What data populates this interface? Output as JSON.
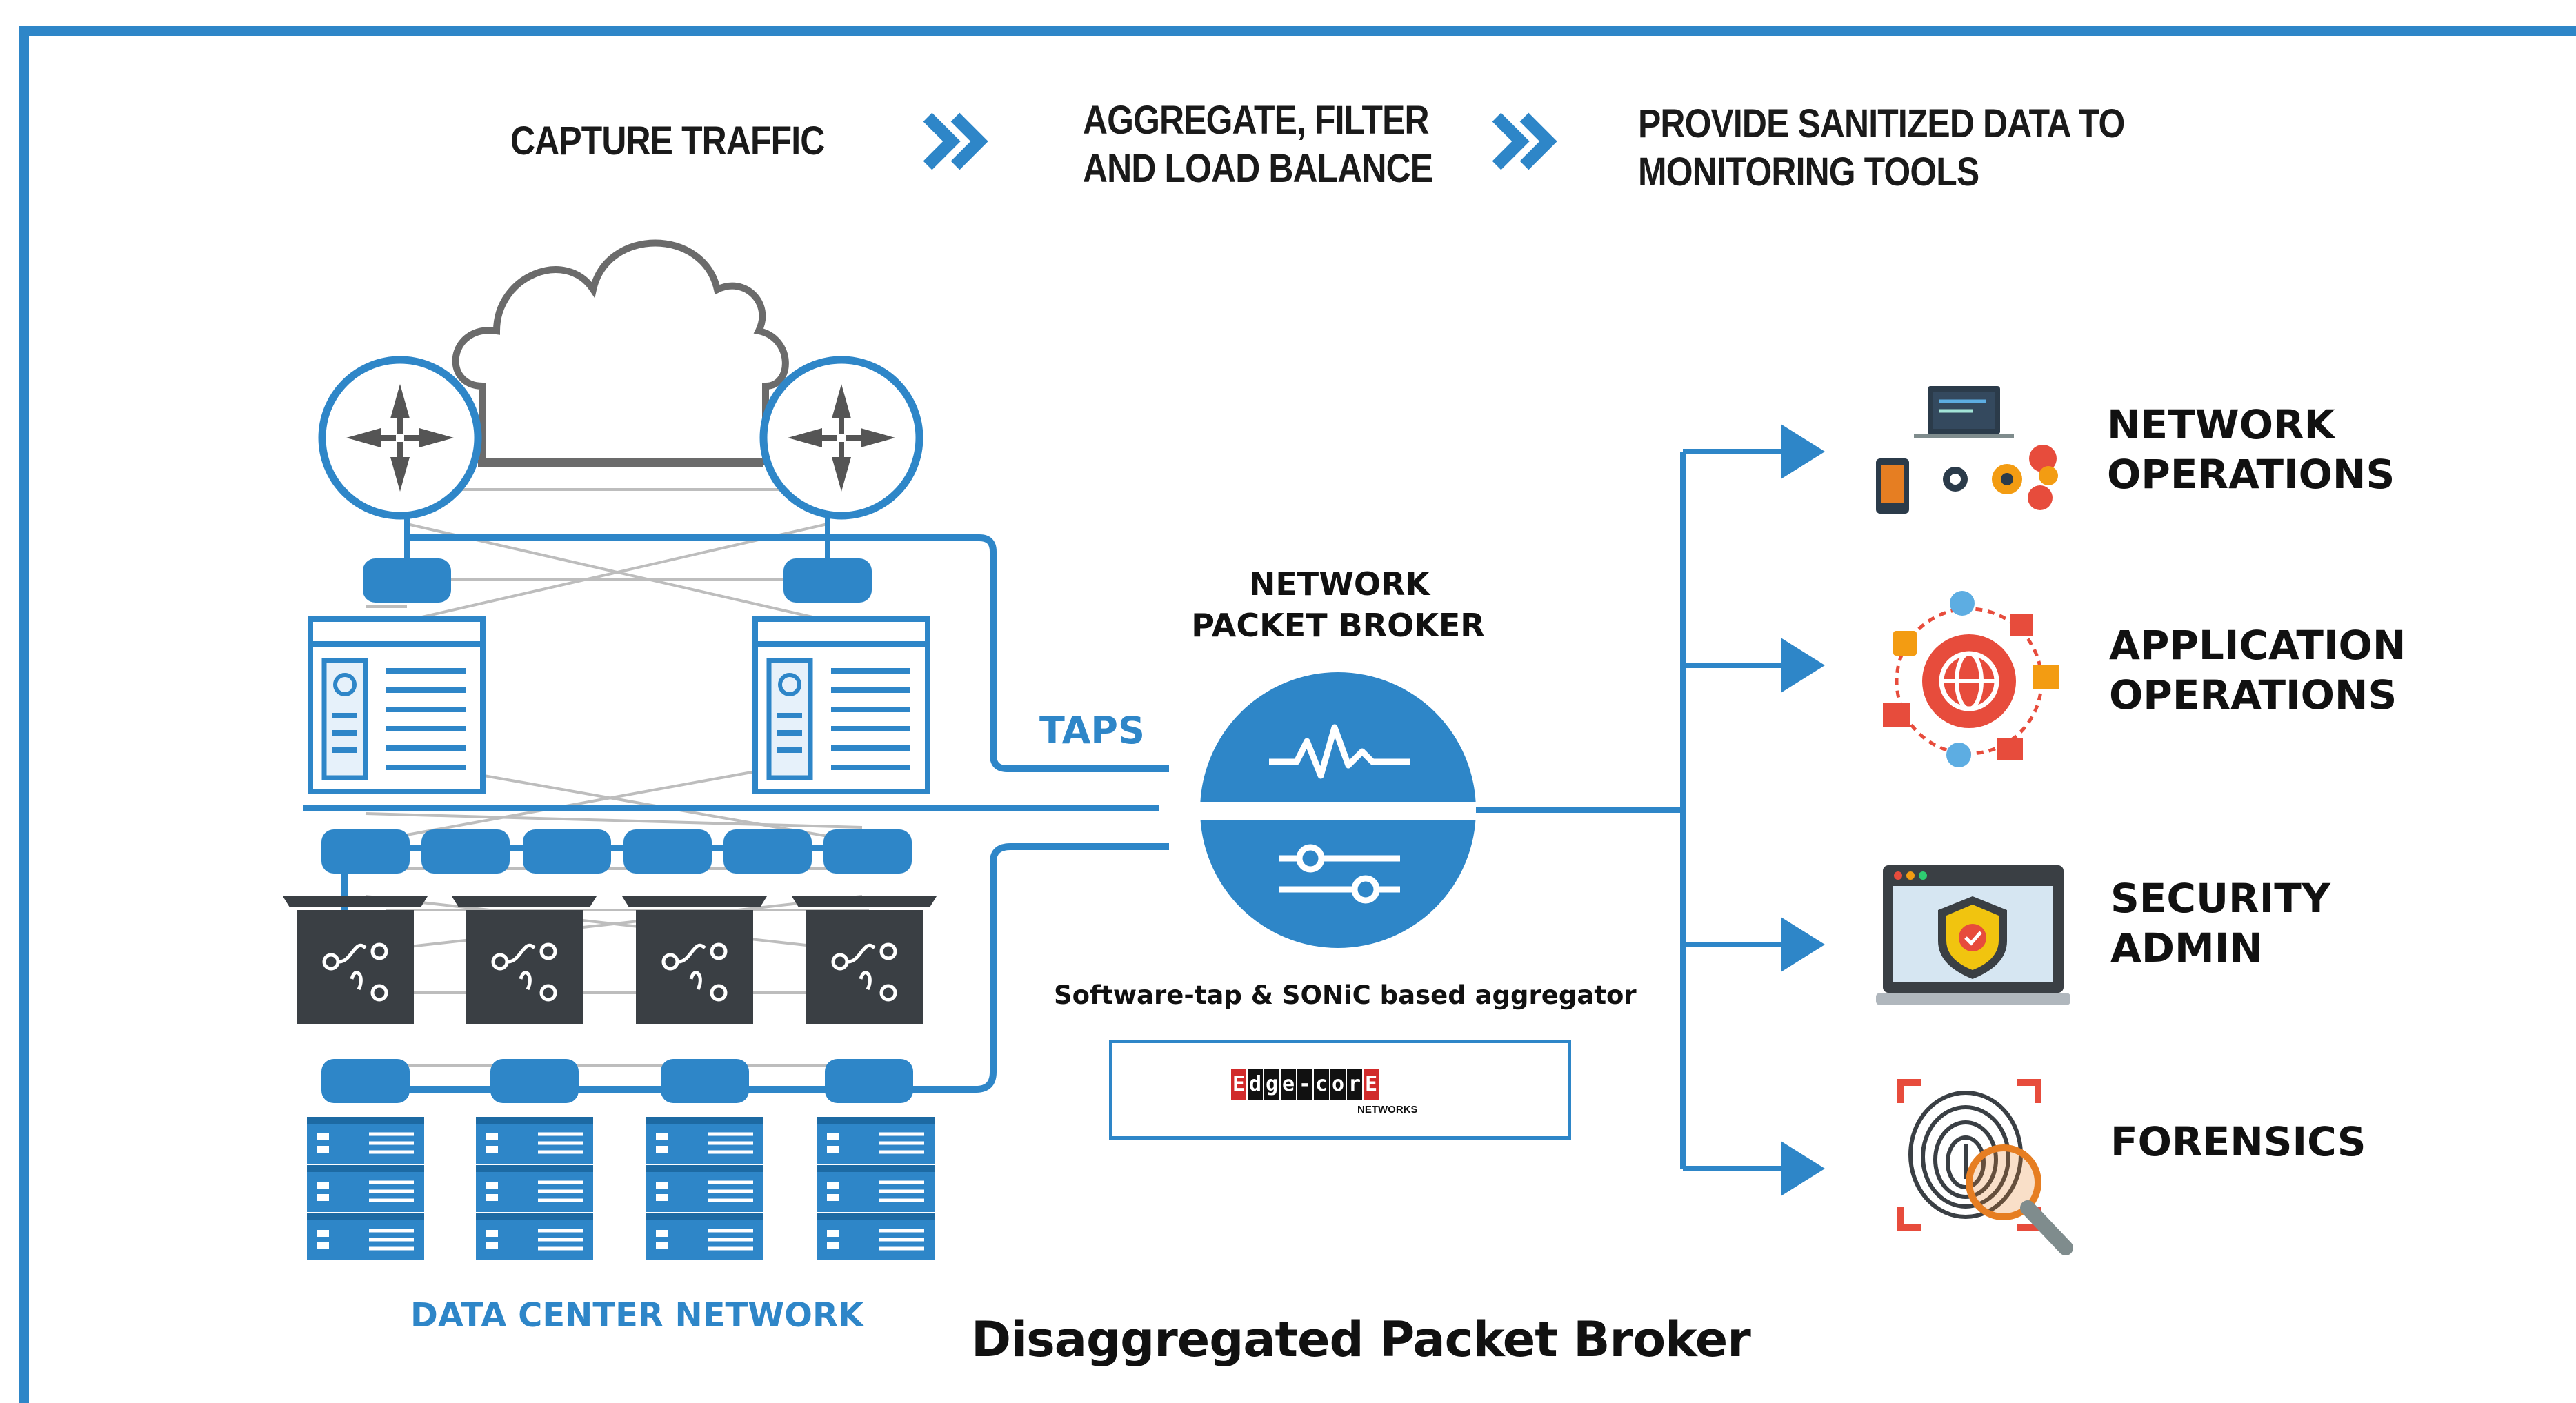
{
  "steps": {
    "step1": "CAPTURE TRAFFIC",
    "step2_line1": "AGGREGATE, FILTER",
    "step2_line2": "AND LOAD BALANCE",
    "step3_line1": "PROVIDE SANITIZED DATA TO",
    "step3_line2": "MONITORING TOOLS"
  },
  "broker": {
    "title_line1": "NETWORK",
    "title_line2": "PACKET BROKER",
    "taps_label": "TAPS",
    "caption": "Software-tap & SONiC based aggregator"
  },
  "logo": {
    "letters": [
      "E",
      "d",
      "g",
      "e",
      "-",
      "c",
      "o",
      "r",
      "E"
    ],
    "subtext": "NETWORKS"
  },
  "outputs": [
    {
      "line1": "NETWORK",
      "line2": "OPERATIONS"
    },
    {
      "line1": "APPLICATION",
      "line2": "OPERATIONS"
    },
    {
      "line1": "SECURITY",
      "line2": "ADMIN"
    },
    {
      "line1": "FORENSICS",
      "line2": ""
    }
  ],
  "data_center_label": "DATA CENTER NETWORK",
  "title": "Disaggregated Packet Broker",
  "colors": {
    "accent": "#2e86c8",
    "dark": "#3a3f44",
    "server": "#2e86c8",
    "text": "#111111",
    "orange": "#f39c12",
    "red": "#e74c3c"
  },
  "icons": {
    "arrow": "double-chevron-right-icon",
    "router": "router-icon",
    "cloud": "cloud-icon",
    "switch": "switch-chip-icon",
    "server": "server-rack-icon",
    "pulse": "pulse-icon",
    "sliders": "sliders-icon",
    "network_ops": "devices-icon",
    "app_ops": "globe-apps-icon",
    "security": "shield-laptop-icon",
    "forensics": "fingerprint-magnifier-icon"
  }
}
